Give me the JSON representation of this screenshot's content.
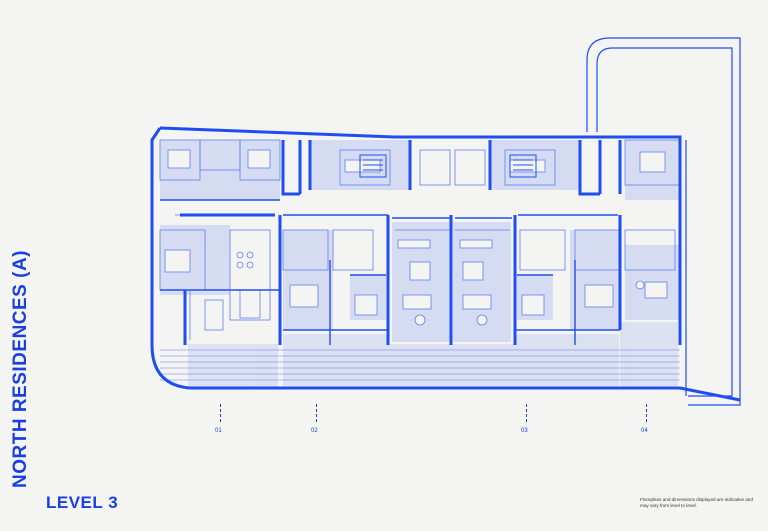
{
  "title": "NORTH RESIDENCES (A)",
  "level_label": "LEVEL 3",
  "disclaimer": "Floorplans and dimensions displayed are indicative and may vary from level to level.",
  "units": [
    {
      "label": "01"
    },
    {
      "label": "02"
    },
    {
      "label": "03"
    },
    {
      "label": "04"
    }
  ],
  "colors": {
    "background": "#f4f4f2",
    "accent": "#1a3fe0",
    "wall": "#1f4ef0",
    "fill": "#c9d3f3",
    "line": "#5f7ff0"
  }
}
